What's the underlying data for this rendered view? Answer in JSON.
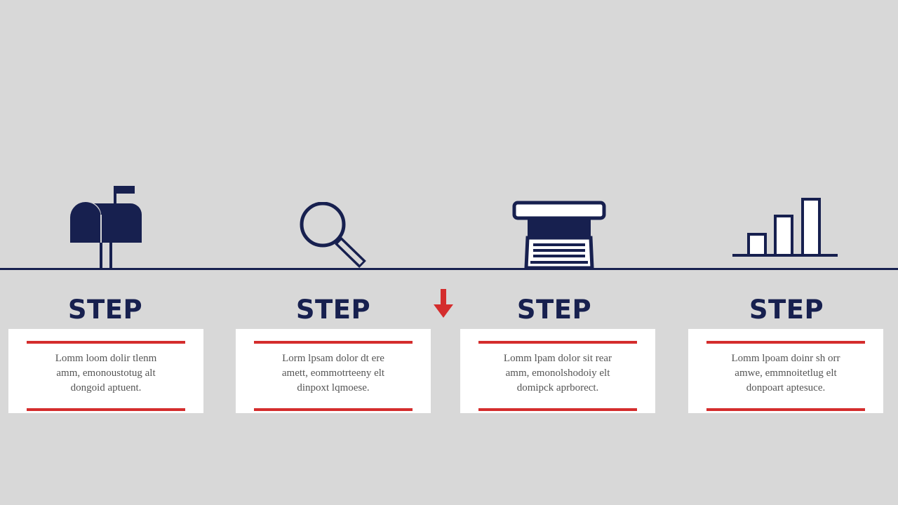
{
  "colors": {
    "background": "#d8d8d8",
    "navy": "#17204f",
    "accent_red": "#d42d2d",
    "card_bg": "#ffffff",
    "body_text": "#555555"
  },
  "steps": [
    {
      "icon": "mailbox-icon",
      "title": "STEP",
      "lines": [
        "Lomm loom dolir tlenm",
        "amm, emonoustotug alt",
        "dongoid aptuent."
      ]
    },
    {
      "icon": "magnifier-icon",
      "title": "STEP",
      "lines": [
        "Lorm lpsam dolor dt ere",
        "amett, eommotrteeny elt",
        "dinpoxt lqmoese."
      ]
    },
    {
      "icon": "printer-icon",
      "title": "STEP",
      "lines": [
        "Lomm lpam dolor sit rear",
        "amm, emonolshodoiy elt",
        "domipck aprborect."
      ]
    },
    {
      "icon": "bar-chart-icon",
      "title": "STEP",
      "lines": [
        "Lomm lpoam doinr sh orr",
        "amwe, emmnoitetlug elt",
        "donpoart aptesuce."
      ]
    }
  ],
  "arrow_icon": "down-arrow-icon"
}
